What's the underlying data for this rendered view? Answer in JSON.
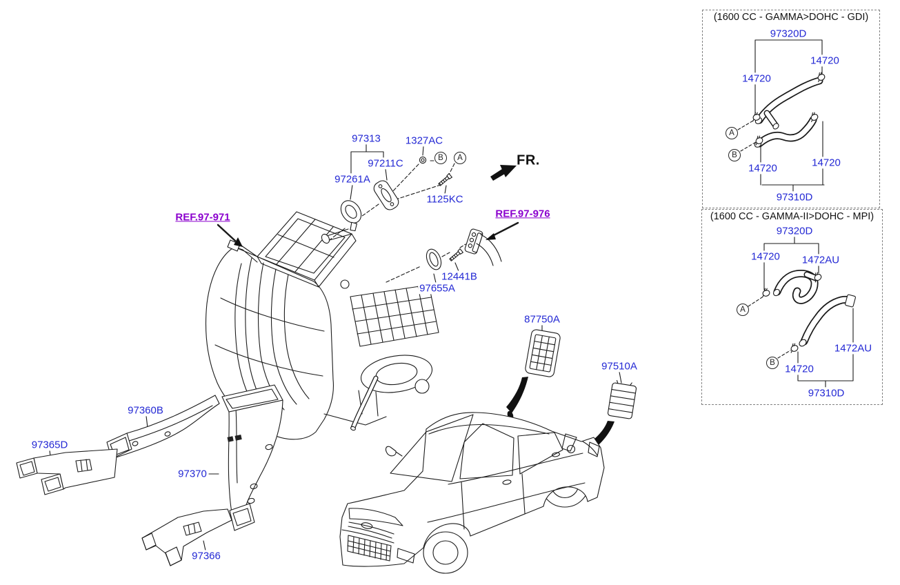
{
  "colors": {
    "part_label": "#2328d4",
    "ref_label": "#8b00ce",
    "line": "#1a1a1a"
  },
  "fr_label": "FR.",
  "callouts": {
    "a": "A",
    "b": "B"
  },
  "parts": {
    "duct_assembly": "97313",
    "washer": "1327AC",
    "plate": "97211C",
    "seal_front": "97261A",
    "bolt_top": "1125KC",
    "ref_heater": "REF.97-971",
    "ref_hose": "REF.97-976",
    "bolt_mid": "12441B",
    "seal_mid": "97655A",
    "roof_vent": "87750A",
    "quarter_vent": "97510A",
    "duct_mid": "97360B",
    "duct_front": "97365D",
    "duct_rear_tall": "97370",
    "duct_rear": "97366"
  },
  "insets": {
    "gdi": {
      "title": "(1600 CC - GAMMA>DOHC - GDI)",
      "hose_upper": "97320D",
      "hose_lower": "97310D",
      "clamp_left": "14720",
      "clamp_top_right": "14720",
      "clamp_bottom_left": "14720",
      "clamp_bottom_right": "14720",
      "callout_a": "A",
      "callout_b": "B"
    },
    "mpi": {
      "title": "(1600 CC - GAMMA-II>DOHC - MPI)",
      "hose_upper": "97320D",
      "hose_lower": "97310D",
      "clamp_left": "14720",
      "clamp_top_right": "1472AU",
      "clamp_bottom": "14720",
      "clamp_right": "1472AU",
      "callout_a": "A",
      "callout_b": "B"
    }
  }
}
